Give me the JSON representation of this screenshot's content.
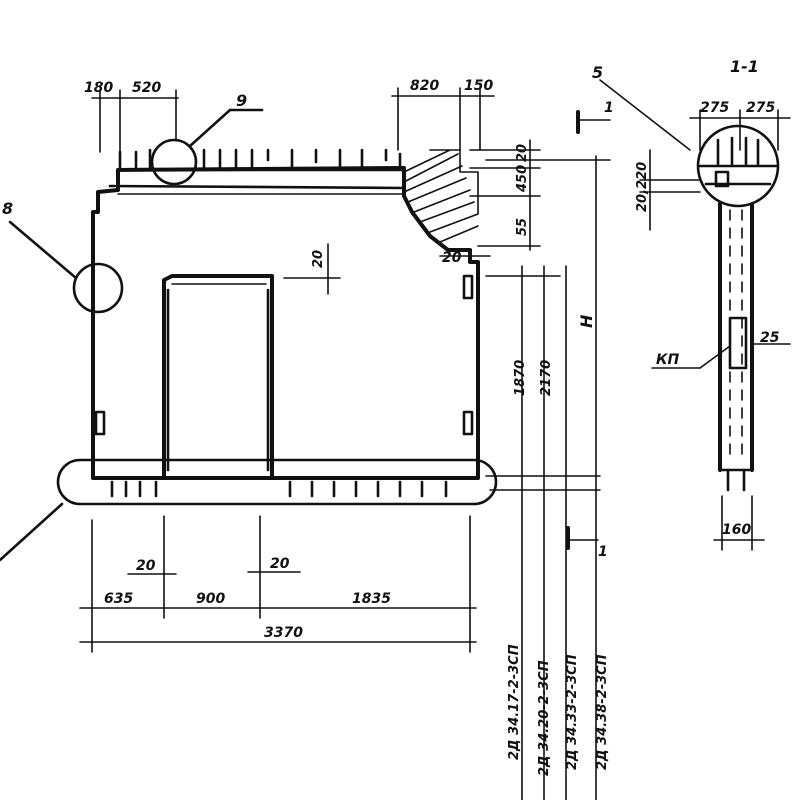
{
  "drawing": {
    "section_title": "1-1",
    "section_mark": "1",
    "callouts": {
      "node_9": "9",
      "node_5": "5",
      "node_8": "8"
    },
    "dimensions": {
      "top_left_a": "180",
      "top_left_b": "520",
      "top_right_a": "820",
      "top_right_b": "150",
      "right_20": "20",
      "right_450": "450",
      "right_55": "55",
      "inner_20_top": "20",
      "inner_20_right": "20",
      "height_1870": "1870",
      "height_2170": "2170",
      "height_H": "H",
      "bottom_20_left": "20",
      "bottom_20_right": "20",
      "bottom_635": "635",
      "bottom_900": "900",
      "bottom_1835": "1835",
      "bottom_3370": "3370",
      "sec_275_left": "275",
      "sec_275_right": "275",
      "sec_20_220": "20,220",
      "sec_25": "25",
      "sec_kp": "КП",
      "sec_160": "160"
    },
    "panel_marks": [
      "2Д 34.17-2-3СП",
      "2Д 34.20-2-3СП",
      "2Д 34.33-2-3СП",
      "2Д 34.38-2-3СП"
    ]
  }
}
